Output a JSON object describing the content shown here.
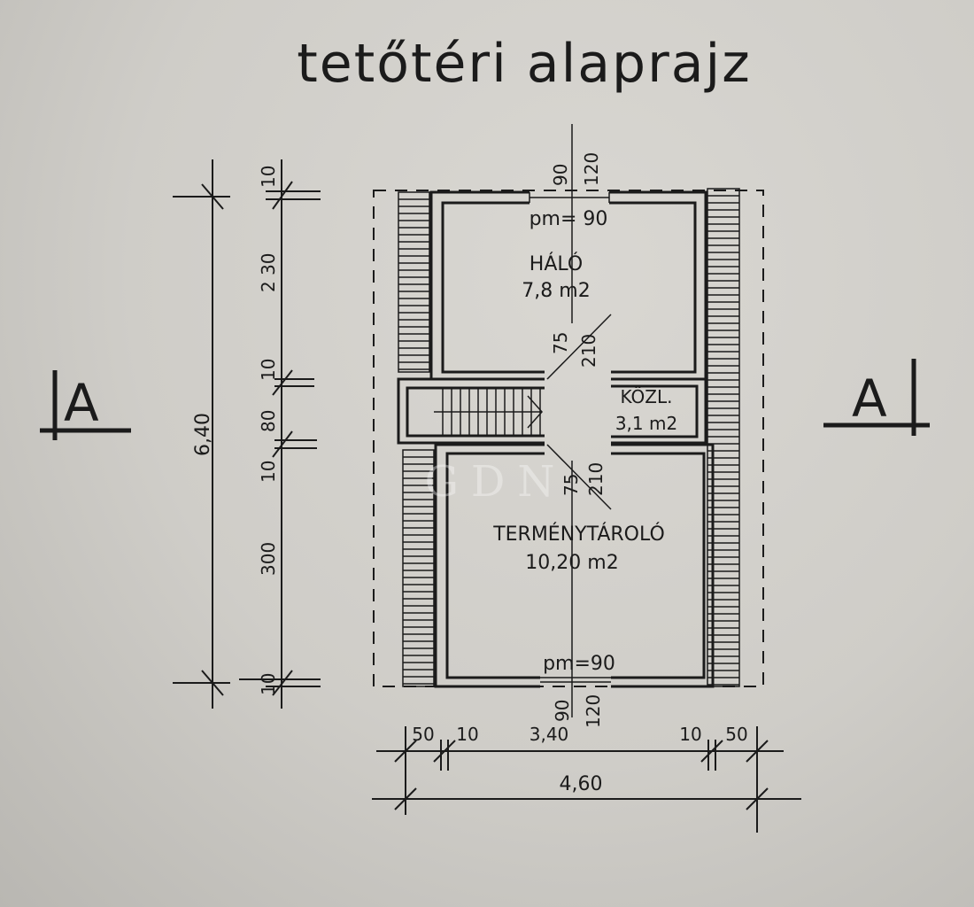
{
  "title": "tetőtéri alaprajz",
  "rooms": [
    {
      "name": "HÁLÓ",
      "area": "7,8 m2",
      "parapet": "pm= 90"
    },
    {
      "name": "KÖZL.",
      "area": "3,1 m2"
    },
    {
      "name": "TERMÉNYTÁROLÓ",
      "area": "10,20 m2",
      "parapet": "pm=90"
    }
  ],
  "openings": {
    "top_window": [
      "90",
      "120"
    ],
    "bottom_window": [
      "90",
      "120"
    ],
    "door_top": [
      "75",
      "210"
    ],
    "door_bottom": [
      "75",
      "210"
    ]
  },
  "dimensions": {
    "overall_height": "6,40",
    "height_chain": [
      "10",
      "2 30",
      "10",
      "80",
      "10",
      "300",
      "10"
    ],
    "width_chain": [
      "50",
      "10",
      "3,40",
      "10",
      "50"
    ],
    "overall_width": "4,60"
  },
  "section_markers": {
    "left": "A",
    "right": "A"
  },
  "watermark": "GDN"
}
